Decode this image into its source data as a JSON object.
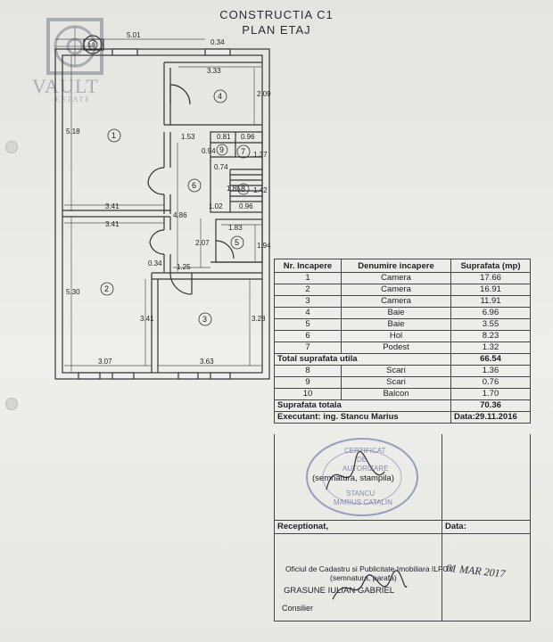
{
  "header": {
    "line1": "CONSTRUCTIA C1",
    "line2": "PLAN ETAJ"
  },
  "logo": {
    "name": "VAULT",
    "sub": "ESTATE"
  },
  "plan": {
    "dims": {
      "top_width": "5.01",
      "top_small": "0.34",
      "r4_width": "3.33",
      "r4_height": "2.09",
      "left_height": "5.18",
      "d153": "1.53",
      "d094": "0.94",
      "d081": "0.81",
      "d096a": "0.96",
      "d137": "1.37",
      "d074": "0.74",
      "d185": "1.85",
      "d142": "1.42",
      "d102": "1.02",
      "d096b": "0.96",
      "d341a": "3.41",
      "d341b": "3.41",
      "d486": "4.86",
      "d183": "1.83",
      "d194": "1.94",
      "d207": "2.07",
      "d034": "0.34",
      "d125": "1.25",
      "d530": "5.30",
      "d341c": "3.41",
      "d328": "3.28",
      "d307": "3.07",
      "d363": "3.63"
    },
    "rooms": [
      "1",
      "2",
      "3",
      "4",
      "5",
      "6",
      "7",
      "8",
      "9",
      "10"
    ]
  },
  "table": {
    "headers": [
      "Nr. Incapere",
      "Denumire incapere",
      "Suprafata (mp)"
    ],
    "rows_util": [
      {
        "nr": "1",
        "name": "Camera",
        "area": "17.66"
      },
      {
        "nr": "2",
        "name": "Camera",
        "area": "16.91"
      },
      {
        "nr": "3",
        "name": "Camera",
        "area": "11.91"
      },
      {
        "nr": "4",
        "name": "Baie",
        "area": "6.96"
      },
      {
        "nr": "5",
        "name": "Baie",
        "area": "3.55"
      },
      {
        "nr": "6",
        "name": "Hol",
        "area": "8.23"
      },
      {
        "nr": "7",
        "name": "Podest",
        "area": "1.32"
      }
    ],
    "total_util_label": "Total suprafata utila",
    "total_util_value": "66.54",
    "rows_extra": [
      {
        "nr": "8",
        "name": "Scari",
        "area": "1.36"
      },
      {
        "nr": "9",
        "name": "Scari",
        "area": "0.76"
      },
      {
        "nr": "10",
        "name": "Balcon",
        "area": "1.70"
      }
    ],
    "total_label": "Suprafata totala",
    "total_value": "70.36",
    "executant": "Executant: ing. Stancu Marius",
    "data_exec": "Data:29.11.2016",
    "semnatura": "(semnatura, stampila)",
    "stamp_lines": [
      "CERTIFICAT",
      "DE",
      "AUTORIZARE",
      "STANCU",
      "MARIUS CATALIN"
    ],
    "receptionat": "Receptionat,",
    "data_rec": "Data:",
    "oficiu": "Oficiul de Cadastru si Publicitate Imobiliara ILFOV",
    "semnatura2": "(semnatura, parafa)",
    "nume": "GRASUNE IULIAN GABRIEL",
    "consilier": "Consilier",
    "date_stamp": "01 MAR 2017"
  }
}
